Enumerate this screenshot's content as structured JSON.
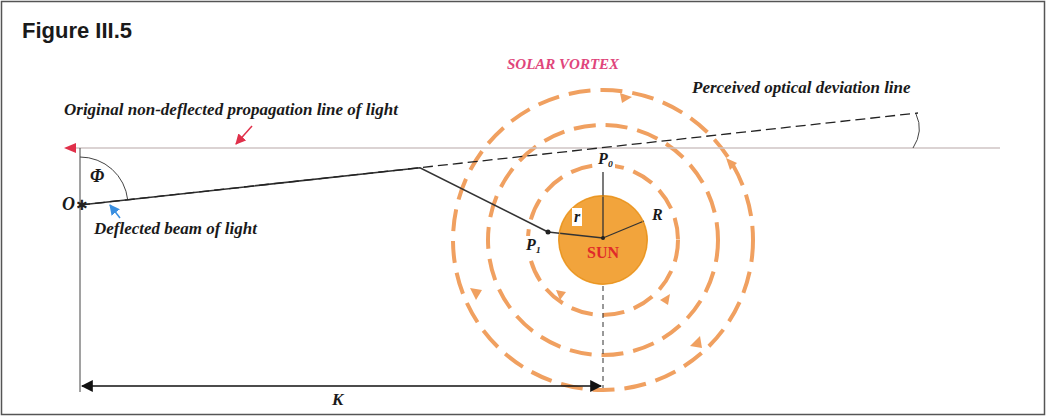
{
  "diagram": {
    "title": "Figure III.5",
    "nodes": [
      {
        "text": [
          "SUN"
        ]
      }
    ],
    "labels": [
      "SOLAR VORTEX",
      "Perceived optical deviation line",
      "Original non-deflected propagation line of light",
      "Φ",
      "O",
      "Deflected beam of light",
      "P₀",
      "r",
      "R",
      "P₁",
      "K"
    ]
  }
}
